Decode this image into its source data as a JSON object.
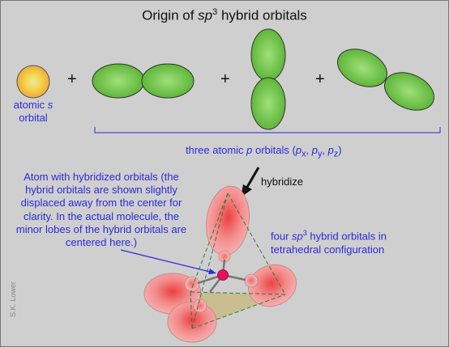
{
  "title": {
    "prefix": "Origin of ",
    "sp": "sp",
    "sup": "3",
    "suffix": " hybrid orbitals"
  },
  "plus_sign": "+",
  "s_orbital_label": {
    "line1": "atomic ",
    "s": "s",
    "line2": "orbital"
  },
  "p_orbitals_label": {
    "prefix": "three atomic ",
    "p": "p",
    "middle": " orbitals (",
    "px": "p",
    "px_sub": "x",
    "py": "p",
    "py_sub": "y",
    "pz": "p",
    "pz_sub": "z",
    "suffix": ")",
    "sep": ", "
  },
  "hybridize_label": "hybridize",
  "atom_note": "Atom with hybridized orbitals (the hybrid orbitals are shown slightly displaced away from the center for clarity. In the actual molecule, the minor lobes of the hybrid orbitals are centered here.)",
  "four_label": {
    "prefix": "four ",
    "sp": "sp",
    "sup": "3",
    "suffix": " hybrid orbitals in tetrahedral configuration"
  },
  "credit": "S.K. Lower",
  "colors": {
    "label_blue": "#2b2bd6",
    "lobe_green": "#7ac93a",
    "hybrid_red": "#f26a6a",
    "dashed_green": "#2f7a3a",
    "s_yellow": "#f4d64a"
  }
}
